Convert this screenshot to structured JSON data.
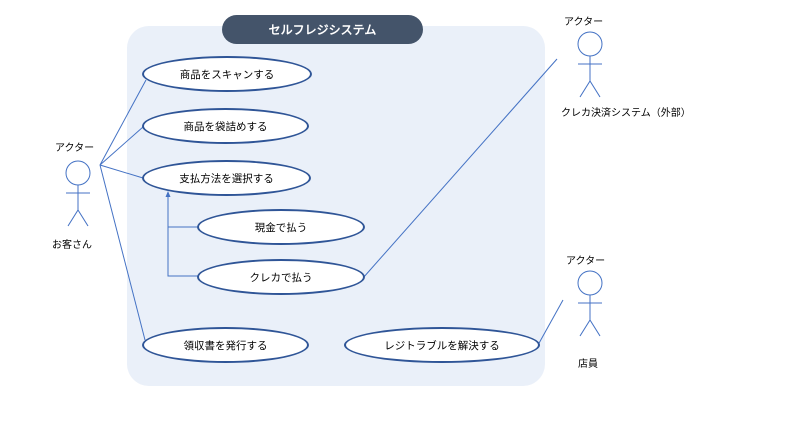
{
  "system": {
    "title": "セルフレジシステム"
  },
  "actors": {
    "customer": {
      "stereotype": "アクター",
      "name": "お客さん"
    },
    "card_system": {
      "stereotype": "アクター",
      "name": "クレカ決済システム（外部）"
    },
    "clerk": {
      "stereotype": "アクター",
      "name": "店員"
    }
  },
  "use_cases": {
    "scan": "商品をスキャンする",
    "bag": "商品を袋詰めする",
    "choose_payment": "支払方法を選択する",
    "pay_cash": "現金で払う",
    "pay_card": "クレカで払う",
    "receipt": "領収書を発行する",
    "resolve_trouble": "レジトラブルを解決する"
  },
  "colors": {
    "boundary": "#eaf0f9",
    "title_bg": "#44546a",
    "ellipse_border": "#2f5597",
    "line": "#4472c4"
  }
}
